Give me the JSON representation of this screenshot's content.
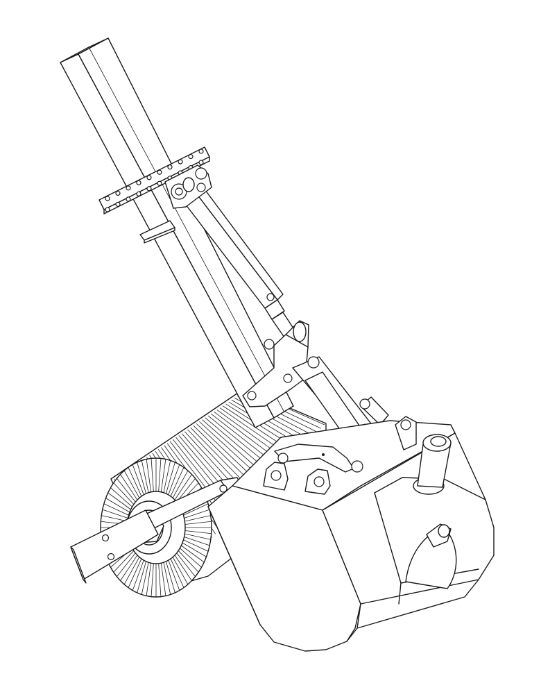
{
  "drawing": {
    "style": "isometric-line-drawing",
    "ink_color": "#1a1a1a",
    "paper_color": "#ffffff",
    "parts": [
      {
        "name": "square-tube-handle"
      },
      {
        "name": "bolted-flange-collar"
      },
      {
        "name": "spacer-plate"
      },
      {
        "name": "hydraulic-cylinder-rod"
      },
      {
        "name": "upper-clevis-bracket"
      },
      {
        "name": "linkage-arms"
      },
      {
        "name": "finned-drum-roller"
      },
      {
        "name": "drum-hub"
      },
      {
        "name": "mounting-bar"
      },
      {
        "name": "bucket-body"
      },
      {
        "name": "lug-mounts"
      },
      {
        "name": "shaft-journal"
      }
    ]
  }
}
